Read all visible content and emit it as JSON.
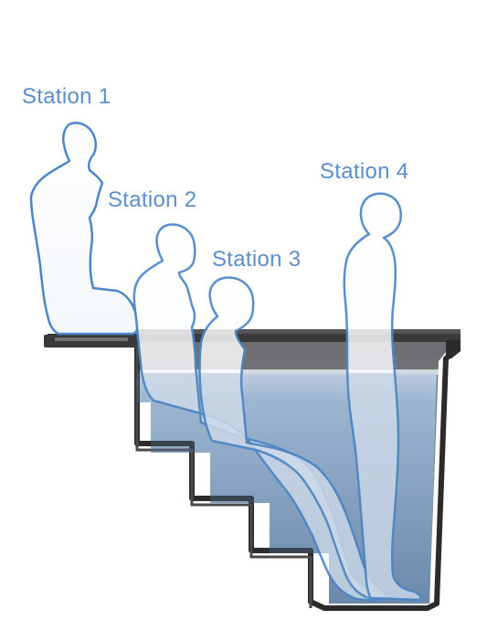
{
  "labels": {
    "station_1": "Station 1",
    "station_2": "Station 2",
    "station_3": "Station 3",
    "station_4": "Station 4"
  },
  "colors": {
    "accent": "#4a86c8",
    "label_text": "#5b8fcc",
    "tub_dark": "#2b2b2b",
    "tub_wall": "#8d8e91",
    "water_top": "#dfe9f3",
    "water_deep": "#6f8aa6"
  }
}
